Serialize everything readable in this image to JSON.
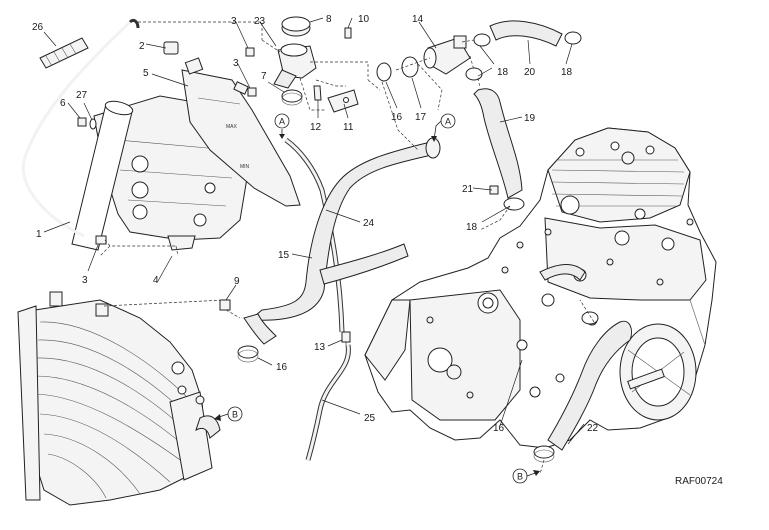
{
  "diagram": {
    "drawing_code": "RAF00724",
    "callouts": [
      {
        "id": "c26",
        "text": "26"
      },
      {
        "id": "c2",
        "text": "2"
      },
      {
        "id": "c5",
        "text": "5"
      },
      {
        "id": "c6",
        "text": "6"
      },
      {
        "id": "c27",
        "text": "27"
      },
      {
        "id": "c1",
        "text": "1"
      },
      {
        "id": "c3a",
        "text": "3"
      },
      {
        "id": "c3b",
        "text": "3"
      },
      {
        "id": "c3c",
        "text": "3"
      },
      {
        "id": "c4",
        "text": "4"
      },
      {
        "id": "c23",
        "text": "23"
      },
      {
        "id": "c8",
        "text": "8"
      },
      {
        "id": "c10",
        "text": "10"
      },
      {
        "id": "c7",
        "text": "7"
      },
      {
        "id": "c12",
        "text": "12"
      },
      {
        "id": "c11",
        "text": "11"
      },
      {
        "id": "c14",
        "text": "14"
      },
      {
        "id": "c16a",
        "text": "16"
      },
      {
        "id": "c17",
        "text": "17"
      },
      {
        "id": "c18a",
        "text": "18"
      },
      {
        "id": "c20",
        "text": "20"
      },
      {
        "id": "c18b",
        "text": "18"
      },
      {
        "id": "c19",
        "text": "19"
      },
      {
        "id": "c21",
        "text": "21"
      },
      {
        "id": "c18c",
        "text": "18"
      },
      {
        "id": "c24",
        "text": "24"
      },
      {
        "id": "c15",
        "text": "15"
      },
      {
        "id": "c9",
        "text": "9"
      },
      {
        "id": "c16b",
        "text": "16"
      },
      {
        "id": "c13",
        "text": "13"
      },
      {
        "id": "c25",
        "text": "25"
      },
      {
        "id": "c16c",
        "text": "16"
      },
      {
        "id": "c22",
        "text": "22"
      }
    ],
    "refs": [
      {
        "id": "refA1",
        "text": "A"
      },
      {
        "id": "refA2",
        "text": "A"
      },
      {
        "id": "refB1",
        "text": "B"
      },
      {
        "id": "refB2",
        "text": "B"
      }
    ],
    "tank_marks": {
      "max": "MAX",
      "min": "MIN"
    }
  }
}
